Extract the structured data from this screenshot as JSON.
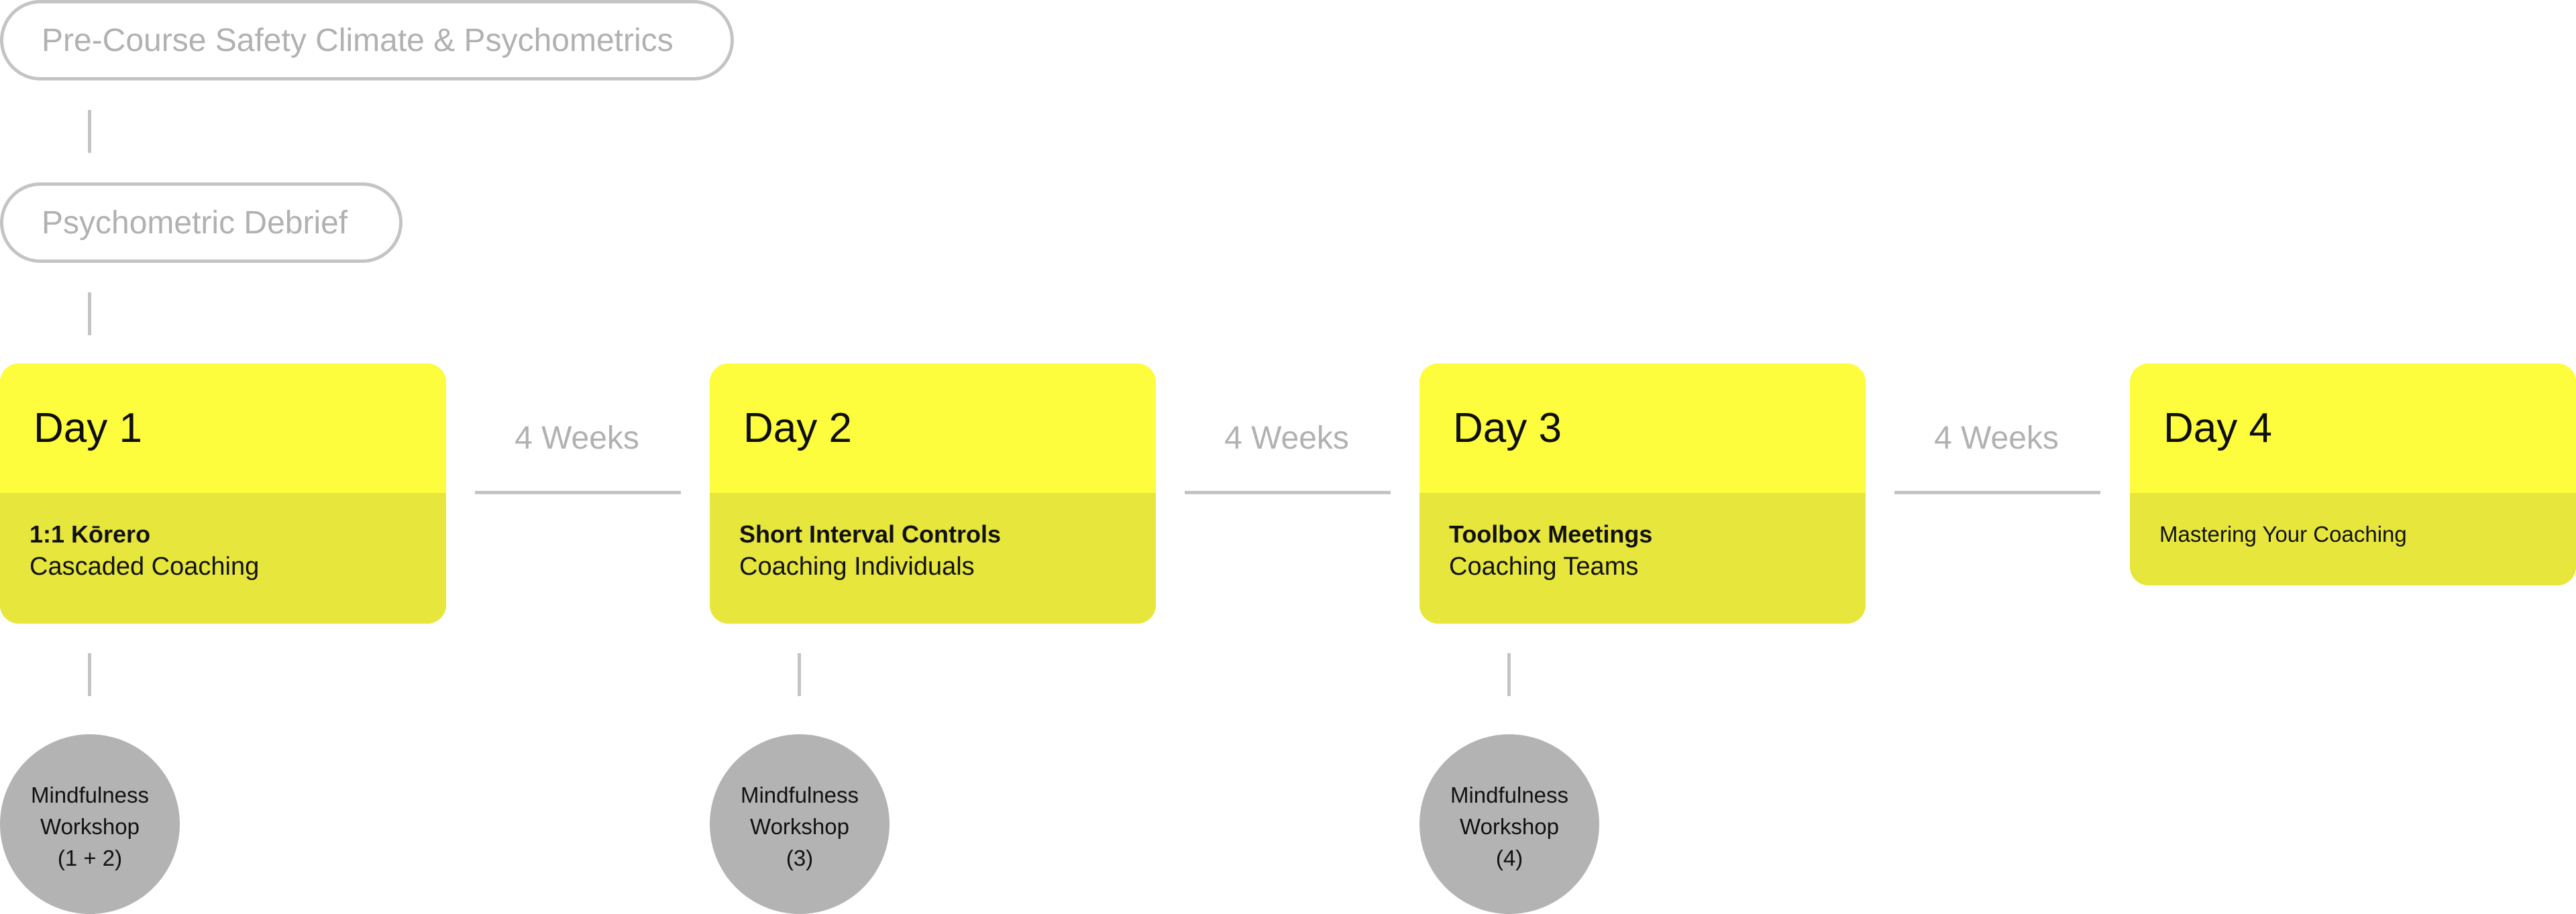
{
  "pre_course": {
    "safety_climate": "Pre-Course Safety Climate & Psychometrics",
    "debrief": "Psychometric Debrief"
  },
  "gaps": [
    "4 Weeks",
    "4 Weeks",
    "4 Weeks"
  ],
  "days": [
    {
      "title": "Day 1",
      "topic": "1:1 Kōrero",
      "focus": "Cascaded Coaching"
    },
    {
      "title": "Day 2",
      "topic": "Short Interval Controls",
      "focus": "Coaching Individuals"
    },
    {
      "title": "Day 3",
      "topic": "Toolbox Meetings",
      "focus": "Coaching Teams"
    },
    {
      "title": "Day 4",
      "focus": "Mastering Your Coaching"
    }
  ],
  "workshops": [
    {
      "line1": "Mindfulness",
      "line2": "Workshop",
      "line3": "(1 + 2)"
    },
    {
      "line1": "Mindfulness",
      "line2": "Workshop",
      "line3": "(3)"
    },
    {
      "line1": "Mindfulness",
      "line2": "Workshop",
      "line3": "(4)"
    }
  ],
  "colors": {
    "day_header": "#fdfd3e",
    "day_body": "#e6e63c",
    "circle": "#b3b3b3",
    "outline": "#c4c4c4",
    "muted_text": "#b1b1b1"
  }
}
